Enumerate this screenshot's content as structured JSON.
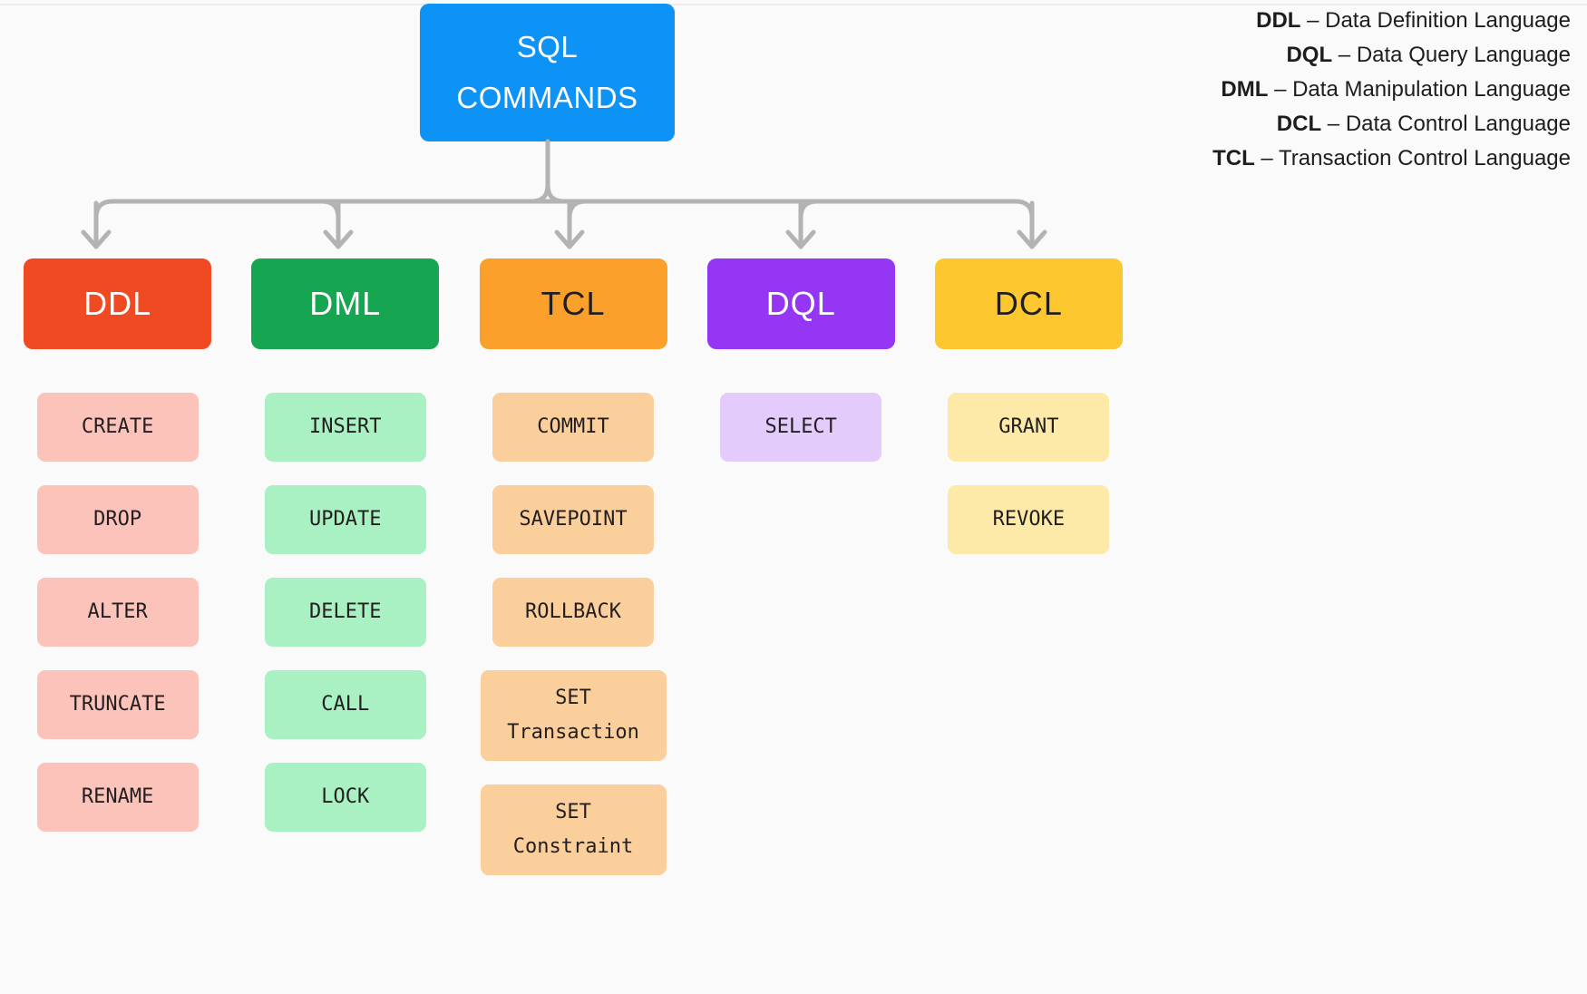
{
  "root": {
    "line1": "SQL",
    "line2": "COMMANDS",
    "color": "#0d93f5"
  },
  "legend": {
    "items": [
      {
        "abbr": "DDL",
        "dash": "–",
        "desc": "Data Definition Language"
      },
      {
        "abbr": "DQL",
        "dash": "–",
        "desc": "Data Query Language"
      },
      {
        "abbr": "DML",
        "dash": "–",
        "desc": "Data Manipulation Language"
      },
      {
        "abbr": "DCL",
        "dash": "–",
        "desc": "Data Control Language"
      },
      {
        "abbr": "TCL",
        "dash": "–",
        "desc": "Transaction Control Language"
      }
    ]
  },
  "connector_color": "#b3b3b3",
  "columns": [
    {
      "title": "DDL",
      "header_bg": "#f04a23",
      "header_fg": "#ffffff",
      "cmd_bg": "#fcc3bb",
      "commands": [
        "CREATE",
        "DROP",
        "ALTER",
        "TRUNCATE",
        "RENAME"
      ]
    },
    {
      "title": "DML",
      "header_bg": "#16a550",
      "header_fg": "#ffffff",
      "cmd_bg": "#a9f0c2",
      "commands": [
        "INSERT",
        "UPDATE",
        "DELETE",
        "CALL",
        "LOCK"
      ]
    },
    {
      "title": "TCL",
      "header_bg": "#fca02c",
      "header_fg": "#231f20",
      "cmd_bg": "#fbcf9b",
      "commands": [
        "COMMIT",
        "SAVEPOINT",
        "ROLLBACK",
        "SET\nTransaction",
        "SET\nConstraint"
      ]
    },
    {
      "title": "DQL",
      "header_bg": "#9536f5",
      "header_fg": "#ffffff",
      "cmd_bg": "#e3ccfc",
      "commands": [
        "SELECT"
      ]
    },
    {
      "title": "DCL",
      "header_bg": "#fdc82f",
      "header_fg": "#231f20",
      "cmd_bg": "#fdeaa8",
      "commands": [
        "GRANT",
        "REVOKE"
      ]
    }
  ]
}
